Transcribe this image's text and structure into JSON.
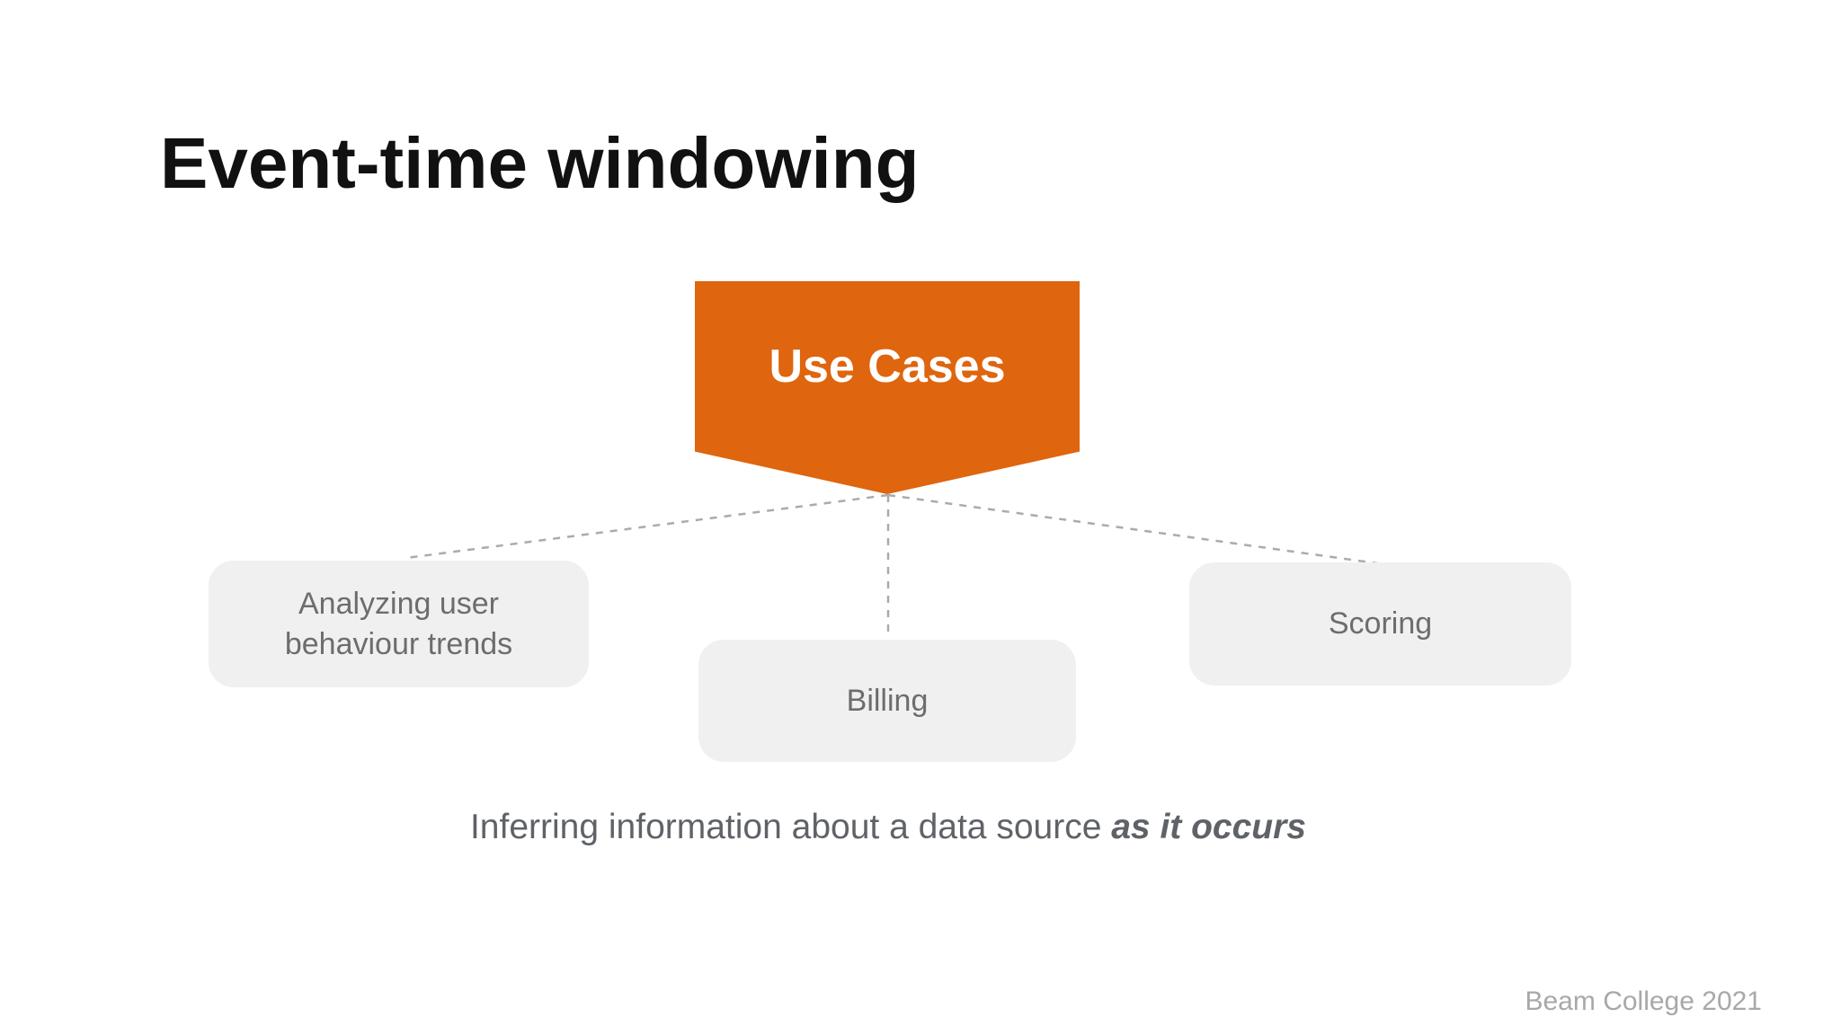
{
  "slide": {
    "title": "Event-time windowing",
    "diagram": {
      "root": {
        "label": "Use Cases"
      },
      "children": [
        {
          "label": "Analyzing user behaviour trends"
        },
        {
          "label": "Billing"
        },
        {
          "label": "Scoring"
        }
      ]
    },
    "caption": {
      "text": "Inferring information about a data source ",
      "emphasis": "as it occurs"
    },
    "footer": "Beam College 2021"
  },
  "colors": {
    "background": "#FFFFFF",
    "title_text": "#111111",
    "accent_orange": "#DF650E",
    "root_label_text": "#FFFFFF",
    "node_fill": "#F0F0F0",
    "node_text": "#6D6D6D",
    "connector": "#ABABAB",
    "caption_text": "#5F6368",
    "footer_text": "#A8A8A8"
  }
}
